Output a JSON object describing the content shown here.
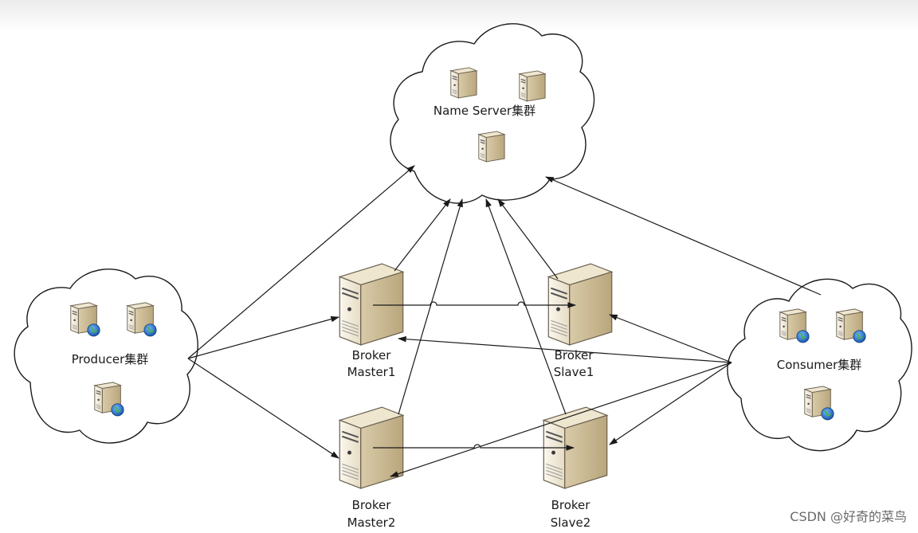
{
  "clusters": {
    "name_server": "Name Server集群",
    "producer": "Producer集群",
    "consumer": "Consumer集群"
  },
  "brokers": {
    "master1": {
      "line1": "Broker",
      "line2": "Master1"
    },
    "slave1": {
      "line1": "Broker",
      "line2": "Slave1"
    },
    "master2": {
      "line1": "Broker",
      "line2": "Master2"
    },
    "slave2": {
      "line1": "Broker",
      "line2": "Slave2"
    }
  },
  "watermark": "CSDN @好奇的菜鸟",
  "icons": {
    "server": "server-icon",
    "client": "client-server-globe-icon",
    "broker": "broker-server-icon",
    "cloud": "cloud-shape"
  }
}
